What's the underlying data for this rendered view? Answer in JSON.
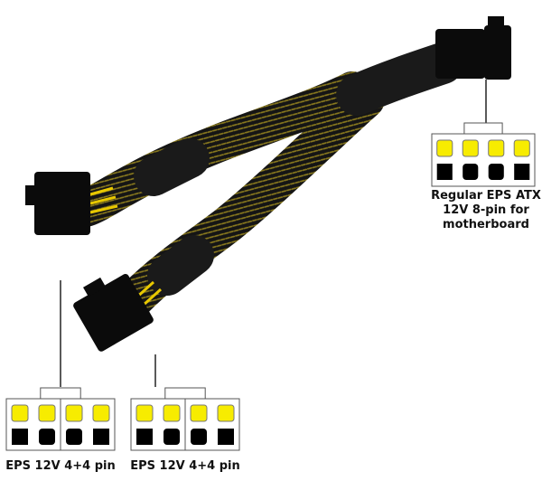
{
  "colors": {
    "pin_power": "#f7ec00",
    "pin_ground": "#000000",
    "cable": "#111111",
    "braid": "#8a7a1e"
  },
  "connectors": [
    {
      "id": "motherboard",
      "label_lines": [
        "Regular EPS ATX",
        "12V  8-pin for",
        "motherboard"
      ]
    },
    {
      "id": "eps-left",
      "label": "EPS 12V 4+4 pin"
    },
    {
      "id": "eps-right",
      "label": "EPS 12V 4+4 pin"
    }
  ]
}
